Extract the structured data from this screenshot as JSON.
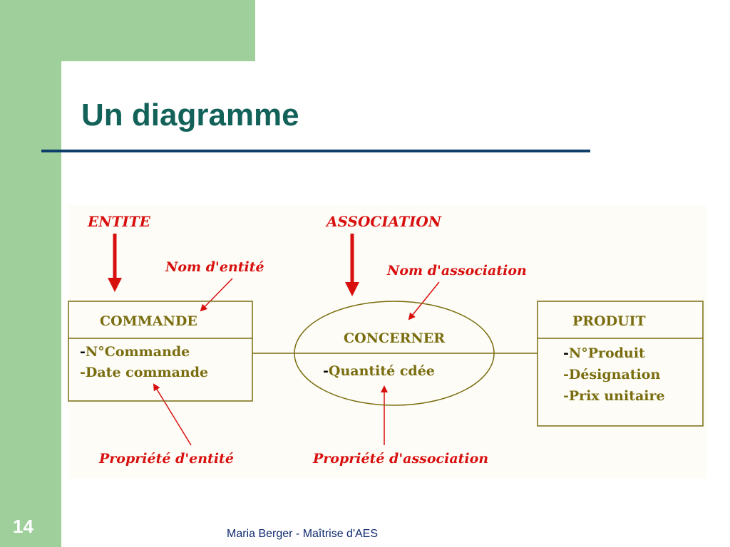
{
  "slide": {
    "title": "Un diagramme",
    "number": "14",
    "footer": "Maria Berger - Maîtrise d'AES"
  },
  "colors": {
    "background_green": "#9fcf9b",
    "title": "#12625a",
    "rule": "#0e3e6a",
    "annotation_red": "#d80f0f",
    "diagram_olive": "#7a6d10"
  },
  "diagram": {
    "annotations": {
      "entite": "ENTITE",
      "association": "ASSOCIATION",
      "nom_entite": "Nom d'entité",
      "nom_association": "Nom d'association",
      "propriete_entite": "Propriété d'entité",
      "propriete_association": "Propriété d'association"
    },
    "entity_commande": {
      "name": "COMMANDE",
      "properties": [
        {
          "dash": "-",
          "text": "N°Commande"
        },
        {
          "dash": "-",
          "text": "Date commande"
        }
      ]
    },
    "association_concerner": {
      "name": "CONCERNER",
      "properties": [
        {
          "dash": "-",
          "text": "Quantité cdée"
        }
      ]
    },
    "entity_produit": {
      "name": "PRODUIT",
      "properties": [
        {
          "dash": "-",
          "text": "N°Produit"
        },
        {
          "dash": "-",
          "text": "Désignation"
        },
        {
          "dash": "-",
          "text": "Prix unitaire"
        }
      ]
    }
  }
}
